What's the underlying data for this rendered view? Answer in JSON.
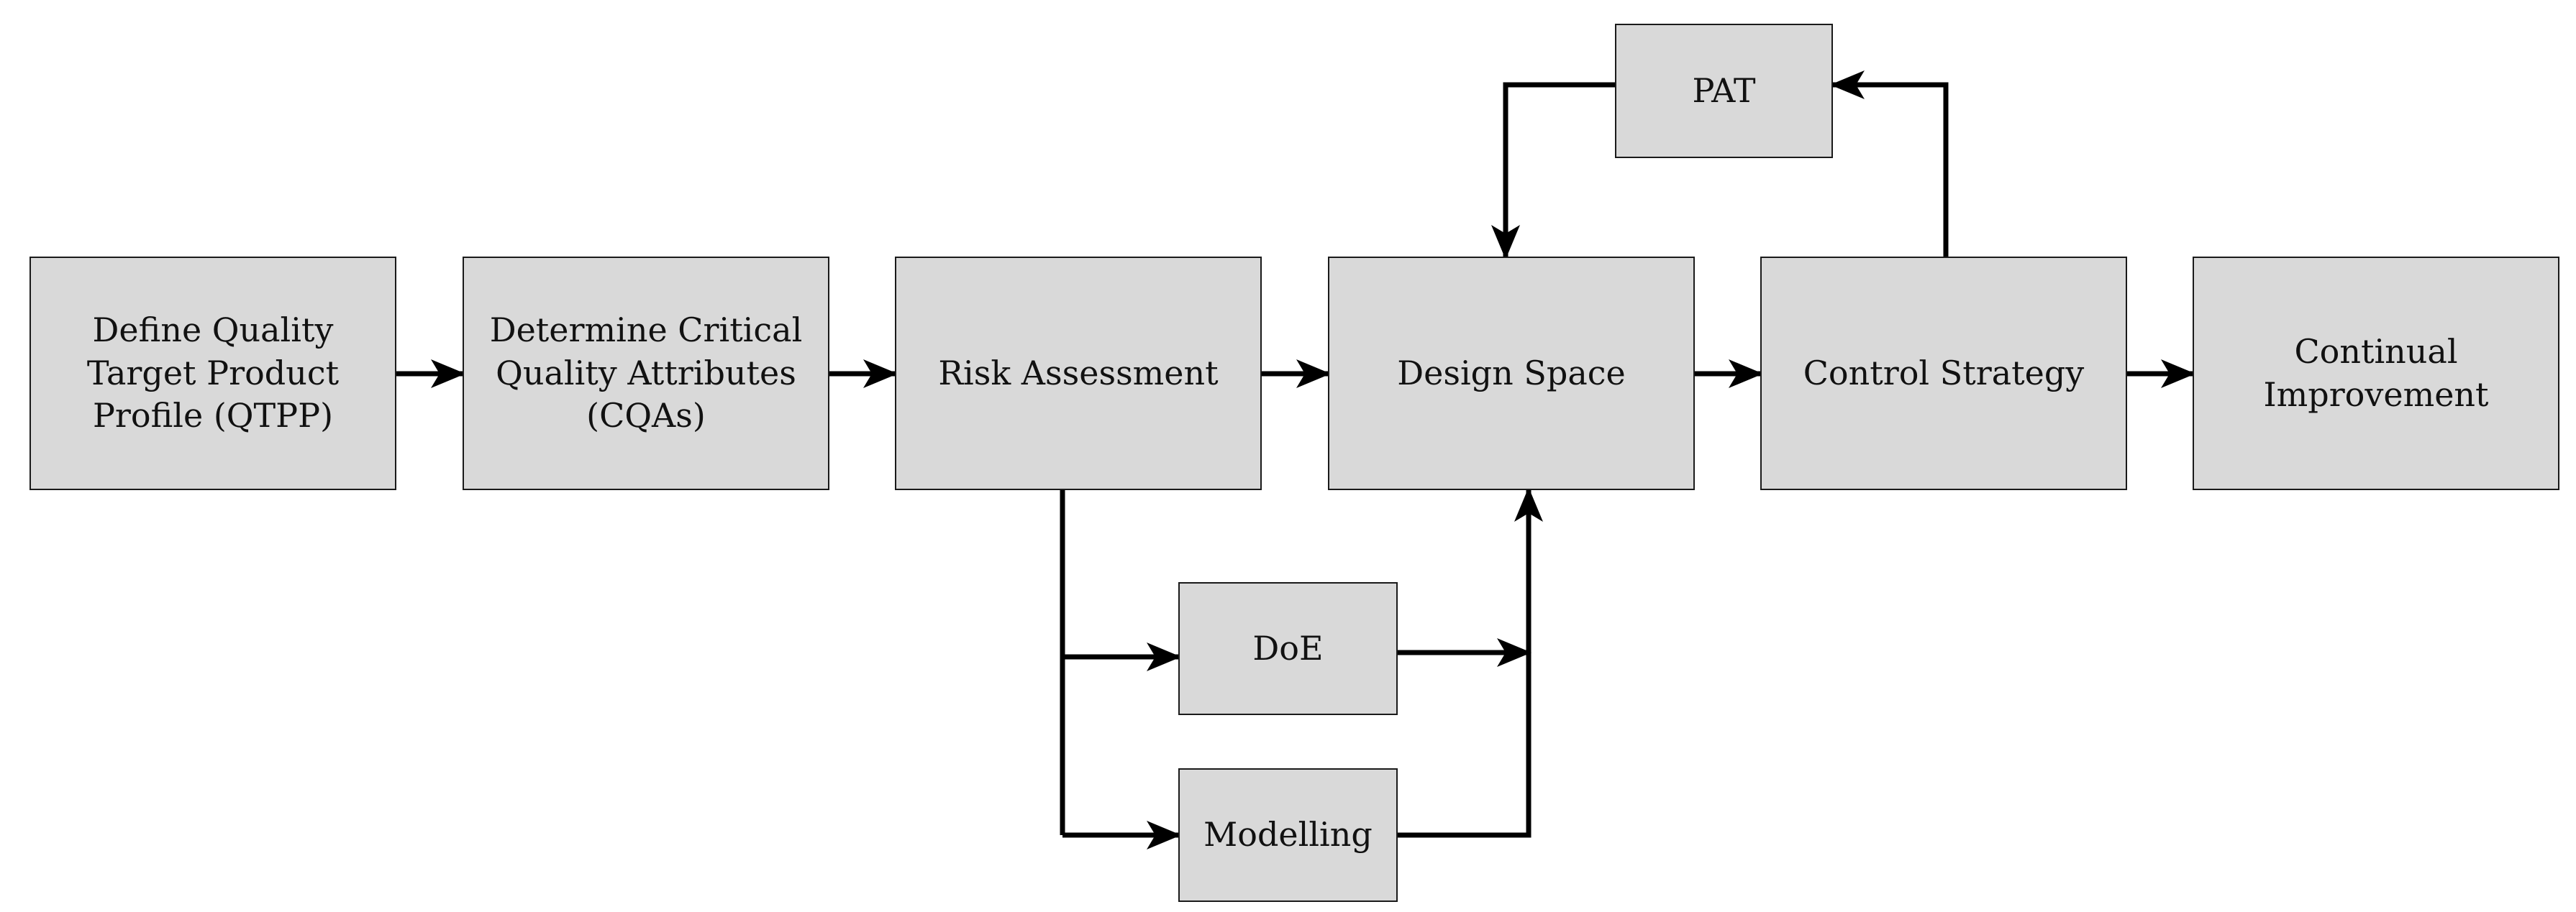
{
  "boxes": {
    "qtpp": "Define Quality\nTarget Product\nProfile (QTPP)",
    "cqa": "Determine Critical\nQuality Attributes\n(CQAs)",
    "risk": "Risk Assessment",
    "design_space": "Design Space",
    "control_strategy": "Control Strategy",
    "continual_improvement": "Continual\nImprovement",
    "pat": "PAT",
    "doe": "DoE",
    "modelling": "Modelling"
  },
  "colors": {
    "box_fill": "#d9d9d9",
    "box_border": "#1a1a1a",
    "arrow": "#000000",
    "text": "#111111"
  }
}
